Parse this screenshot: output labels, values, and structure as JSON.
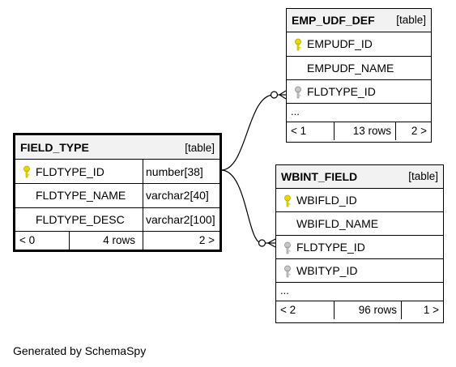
{
  "tables": {
    "field_type": {
      "name": "FIELD_TYPE",
      "kind": "[table]",
      "columns": [
        {
          "name": "FLDTYPE_ID",
          "type": "number[38]"
        },
        {
          "name": "FLDTYPE_NAME",
          "type": "varchar2[40]"
        },
        {
          "name": "FLDTYPE_DESC",
          "type": "varchar2[100]"
        }
      ],
      "footer": {
        "parents": "< 0",
        "rows": "4 rows",
        "children": "2 >"
      }
    },
    "emp_udf_def": {
      "name": "EMP_UDF_DEF",
      "kind": "[table]",
      "columns": [
        {
          "name": "EMPUDF_ID"
        },
        {
          "name": "EMPUDF_NAME"
        },
        {
          "name": "FLDTYPE_ID"
        }
      ],
      "ellipsis": "...",
      "footer": {
        "parents": "< 1",
        "rows": "13 rows",
        "children": "2 >"
      }
    },
    "wbint_field": {
      "name": "WBINT_FIELD",
      "kind": "[table]",
      "columns": [
        {
          "name": "WBIFLD_ID"
        },
        {
          "name": "WBIFLD_NAME"
        },
        {
          "name": "FLDTYPE_ID"
        },
        {
          "name": "WBITYP_ID"
        }
      ],
      "ellipsis": "...",
      "footer": {
        "parents": "< 2",
        "rows": "96 rows",
        "children": "1 >"
      }
    }
  },
  "credit": "Generated by SchemaSpy",
  "colors": {
    "primary_key": "#e8d800",
    "foreign_key": "#9a9a9a",
    "header_bg": "#f2f2f2"
  },
  "icons": {
    "primary_key": "key-icon-yellow",
    "foreign_key": "key-icon-gray"
  }
}
